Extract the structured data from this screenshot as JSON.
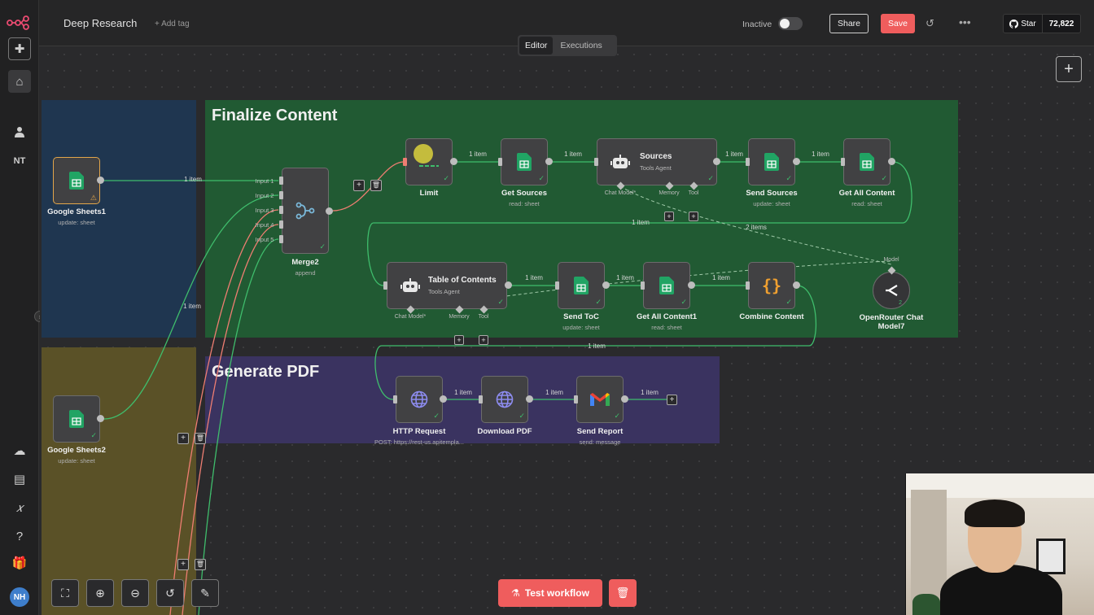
{
  "header": {
    "workflow_title": "Deep Research",
    "add_tag": "+ Add tag",
    "inactive_label": "Inactive",
    "share_label": "Share",
    "save_label": "Save",
    "github_star": "Star",
    "github_count": "72,822"
  },
  "mode_tabs": {
    "editor": "Editor",
    "executions": "Executions"
  },
  "sidebar": {
    "avatar_initials": "NH",
    "nt_label": "NT"
  },
  "stickies": {
    "finalize": "Finalize Content",
    "generate_pdf": "Generate PDF"
  },
  "nodes": {
    "google_sheets1": {
      "label": "Google Sheets1",
      "sub": "update: sheet"
    },
    "google_sheets2": {
      "label": "Google Sheets2",
      "sub": "update: sheet"
    },
    "merge2": {
      "label": "Merge2",
      "sub": "append",
      "inputs": [
        "Input 1",
        "Input 2",
        "Input 3",
        "Input 4",
        "Input 5"
      ]
    },
    "limit": {
      "label": "Limit"
    },
    "get_sources": {
      "label": "Get Sources",
      "sub": "read: sheet"
    },
    "sources": {
      "label": "Sources",
      "sub": "Tools Agent",
      "ports": [
        "Chat Model*",
        "Memory",
        "Tool"
      ]
    },
    "send_sources": {
      "label": "Send Sources",
      "sub": "update: sheet"
    },
    "get_all_content": {
      "label": "Get All Content",
      "sub": "read: sheet"
    },
    "toc": {
      "label": "Table of Contents",
      "sub": "Tools Agent",
      "ports": [
        "Chat Model*",
        "Memory",
        "Tool"
      ]
    },
    "send_toc": {
      "label": "Send ToC",
      "sub": "update: sheet"
    },
    "get_all_content1": {
      "label": "Get All Content1",
      "sub": "read: sheet"
    },
    "combine_content": {
      "label": "Combine Content"
    },
    "openrouter": {
      "label": "OpenRouter Chat Model7",
      "port_label": "Model",
      "badge": "2"
    },
    "http_request": {
      "label": "HTTP Request",
      "sub": "POST: https://rest-us.apitempla..."
    },
    "download_pdf": {
      "label": "Download PDF"
    },
    "send_report": {
      "label": "Send Report",
      "sub": "send: message"
    }
  },
  "edges": {
    "one_item": "1 item",
    "two_items": "2 items"
  },
  "toolbar": {
    "test_workflow": "Test workflow"
  },
  "colors": {
    "finalize_bg": "#215a33",
    "generate_bg": "#3a3360",
    "blue_sticky": "#1f3650",
    "yellow_sticky": "#5a5127",
    "accent_red": "#ef5d5d",
    "sheets_green": "#21a464"
  }
}
